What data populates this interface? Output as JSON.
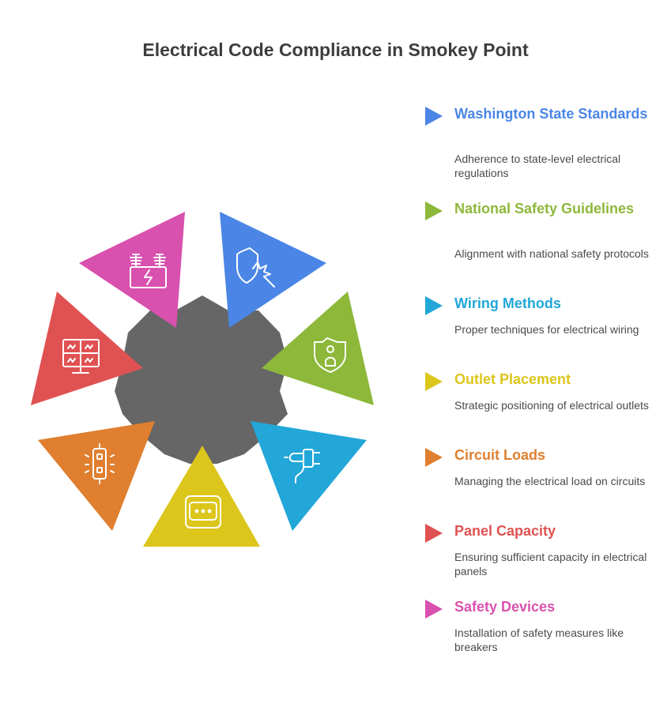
{
  "title": "Electrical Code Compliance in Smokey Point",
  "items": [
    {
      "heading": "Washington State Standards",
      "description": "Adherence to state-level electrical regulations",
      "color": "#4b86e6",
      "icon": "shield-alert-icon"
    },
    {
      "heading": "National Safety Guidelines",
      "description": "Alignment with national safety protocols",
      "color": "#8db83a",
      "icon": "person-shield-icon"
    },
    {
      "heading": "Wiring Methods",
      "description": "Proper techniques for electrical wiring",
      "color": "#22a7d8",
      "icon": "plug-icon"
    },
    {
      "heading": "Outlet Placement",
      "description": "Strategic positioning of electrical outlets",
      "color": "#dcc61c",
      "icon": "outlet-icon"
    },
    {
      "heading": "Circuit Loads",
      "description": "Managing the electrical load on circuits",
      "color": "#df7f2f",
      "icon": "switch-icon"
    },
    {
      "heading": "Panel Capacity",
      "description": "Ensuring sufficient capacity in electrical panels",
      "color": "#e05252",
      "icon": "solar-panel-icon"
    },
    {
      "heading": "Safety Devices",
      "description": "Installation of safety measures like breakers",
      "color": "#d951ae",
      "icon": "transformer-icon"
    }
  ],
  "center_color": "#666666"
}
